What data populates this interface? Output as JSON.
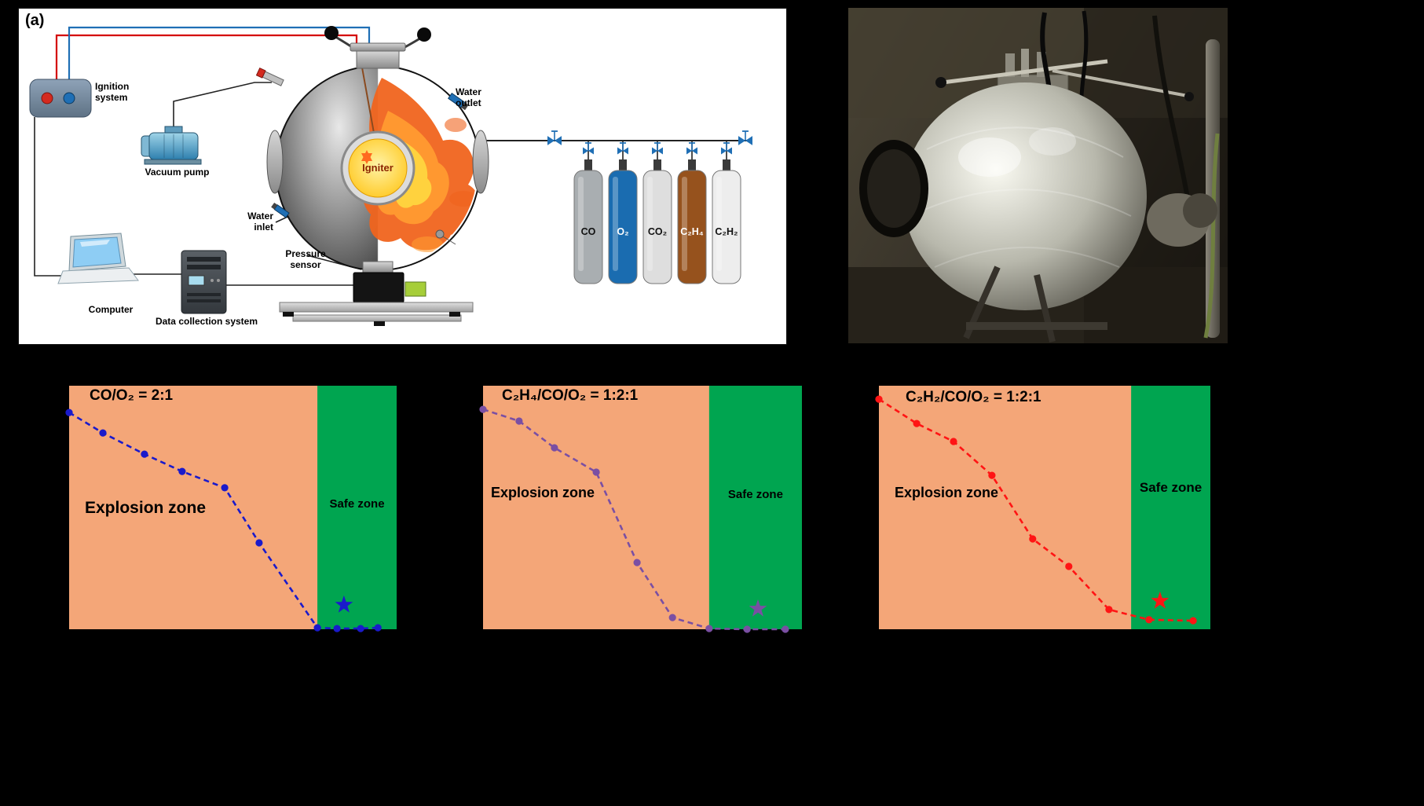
{
  "panel_a": {
    "panel_label": "(a)",
    "ignition_system": "Ignition system",
    "vacuum_pump": "Vacuum pump",
    "water_outlet": "Water outlet",
    "water_inlet": "Water inlet",
    "pressure_sensor": "Pressure sensor",
    "igniter": "Igniter",
    "computer": "Computer",
    "data_collection_system": "Data collection system",
    "wire_red_color": "#d40000",
    "wire_blue_color": "#1f6fb5",
    "valve_color": "#1f6fb5",
    "cylinders": [
      {
        "label": "CO",
        "color": "#a9aeb1",
        "text_color": "#111111"
      },
      {
        "label": "O₂",
        "color": "#1a6cb0",
        "text_color": "#ffffff"
      },
      {
        "label": "CO₂",
        "color": "#dedede",
        "text_color": "#111111"
      },
      {
        "label": "C₂H₄",
        "color": "#96521d",
        "text_color": "#ffffff"
      },
      {
        "label": "C₂H₂",
        "color": "#ededed",
        "text_color": "#111111"
      }
    ]
  },
  "chart_data": [
    {
      "type": "line",
      "title": "CO/O₂ = 2:1",
      "series_color": "#1a1acb",
      "marker": "circle",
      "line_style": "dashed",
      "explosion_zone_label": "Explosion zone",
      "safe_zone_label": "Safe zone",
      "explosion_zone_color": "#f4a678",
      "safe_zone_color": "#00a550",
      "safe_zone_start_frac": 0.758,
      "points_norm": [
        [
          0,
          0.89
        ],
        [
          0.103,
          0.806
        ],
        [
          0.23,
          0.719
        ],
        [
          0.345,
          0.648
        ],
        [
          0.475,
          0.581
        ],
        [
          0.58,
          0.355
        ],
        [
          0.758,
          0.006
        ],
        [
          0.818,
          0.003
        ],
        [
          0.89,
          0.003
        ],
        [
          0.943,
          0.006
        ]
      ],
      "star_norm": [
        0.839,
        0.1
      ],
      "axes_note": "axis tick labels not visible against black background"
    },
    {
      "type": "line",
      "title": "C₂H₄/CO/O₂ = 1:2:1",
      "series_color": "#7a4fa3",
      "marker": "circle",
      "line_style": "dashed",
      "explosion_zone_label": "Explosion zone",
      "safe_zone_label": "Safe zone",
      "explosion_zone_color": "#f4a678",
      "safe_zone_color": "#00a550",
      "safe_zone_start_frac": 0.709,
      "points_norm": [
        [
          0,
          0.903
        ],
        [
          0.113,
          0.855
        ],
        [
          0.224,
          0.745
        ],
        [
          0.355,
          0.645
        ],
        [
          0.483,
          0.274
        ],
        [
          0.594,
          0.048
        ],
        [
          0.709,
          0.003
        ],
        [
          0.828,
          0.0
        ],
        [
          0.948,
          0.0
        ]
      ],
      "star_norm": [
        0.862,
        0.084
      ],
      "axes_note": "axis tick labels not visible against black background"
    },
    {
      "type": "line",
      "title": "C₂H₂/CO/O₂ = 1:2:1",
      "series_color": "#ff1414",
      "marker": "circle",
      "line_style": "dashed",
      "explosion_zone_label": "Explosion zone",
      "safe_zone_label": "Safe zone",
      "explosion_zone_color": "#f4a678",
      "safe_zone_color": "#00a550",
      "safe_zone_start_frac": 0.761,
      "points_norm": [
        [
          0,
          0.945
        ],
        [
          0.114,
          0.845
        ],
        [
          0.225,
          0.771
        ],
        [
          0.341,
          0.632
        ],
        [
          0.464,
          0.371
        ],
        [
          0.573,
          0.258
        ],
        [
          0.694,
          0.081
        ],
        [
          0.815,
          0.039
        ],
        [
          0.948,
          0.035
        ]
      ],
      "star_norm": [
        0.848,
        0.116
      ],
      "axes_note": "axis tick labels not visible against black background"
    }
  ]
}
